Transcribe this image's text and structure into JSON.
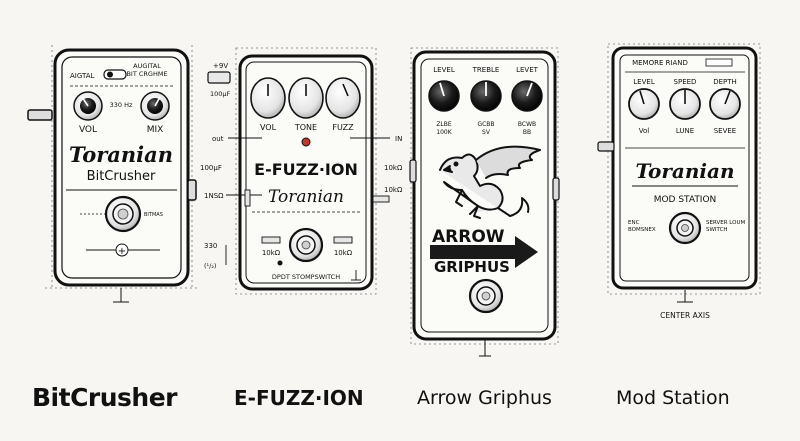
{
  "pedals": [
    {
      "name": "BitCrusher",
      "brand": "Toranian",
      "model": "BitCrusher",
      "top_labels": [
        "AIGTAL",
        "AUGITAL",
        "BIT CRGHME"
      ],
      "knob_labels": [
        "VOL",
        "MIX"
      ],
      "mid_label": "330 Hz",
      "switch_note": "BITMAS",
      "bottom_symbol": "+"
    },
    {
      "name": "E-FUZZ·ION",
      "brand": "Toranian",
      "title": "E-FUZZ·ION",
      "knob_labels": [
        "VOL",
        "TONE",
        "FUZZ"
      ],
      "power": "+9V",
      "cap_top": "100µF",
      "left_labels": [
        "out",
        "100µF",
        "1NSΩ",
        "330",
        "(¹/₂)"
      ],
      "right_labels": [
        "IN",
        "10kΩ",
        "10kΩ"
      ],
      "resistor_labels": [
        "10kΩ",
        "10kΩ"
      ],
      "switch_label": "DPDT STOMPSWITCH"
    },
    {
      "name": "Arrow Griphus",
      "knob_labels": [
        "LEVEL",
        "TREBLE",
        "LEVET"
      ],
      "knob_sublabels": [
        [
          "ZLBE",
          "100K"
        ],
        [
          "GCBB",
          "SV"
        ],
        [
          "BCWB",
          "BB"
        ]
      ],
      "brand_line1": "ARROW",
      "brand_line2": "GRIPHUS"
    },
    {
      "name": "Mod Station",
      "brand": "Toranian",
      "model": "MOD STATION",
      "header": "MEMORE RIAND",
      "knob_labels": [
        "LEVEL",
        "SPEED",
        "DEPTH"
      ],
      "knob_sublabels": [
        "Vol",
        "LUNE",
        "SEVEE"
      ],
      "switch_left": [
        "ENC",
        "BOMSNEX"
      ],
      "switch_right": [
        "SERVER LOUM",
        "SWITCH"
      ],
      "axis_label": "CENTER AXIS"
    }
  ],
  "colors": {
    "ink": "#111111",
    "paper": "#f7f6f2",
    "led": "#c0392b"
  }
}
